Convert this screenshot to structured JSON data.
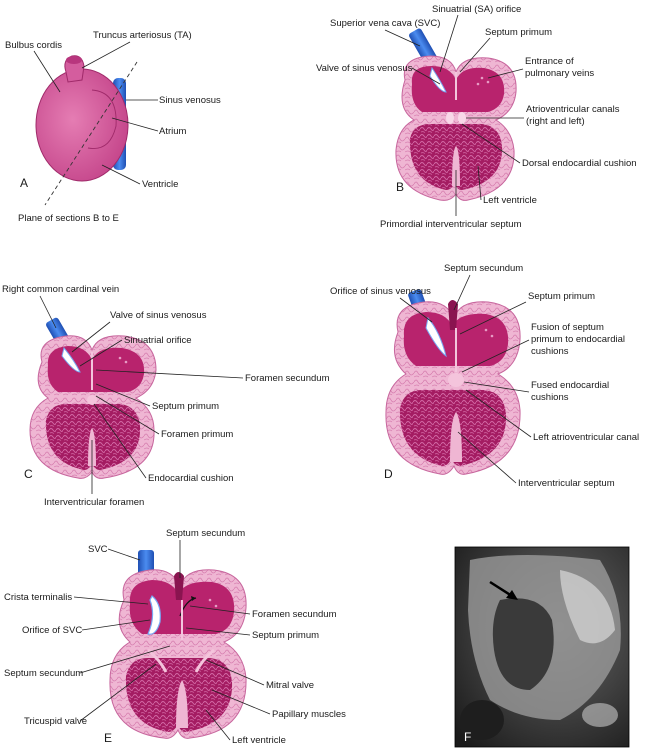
{
  "colors": {
    "myocardium": "#b8236d",
    "myocardium_dark": "#8a1450",
    "pericardium": "#efb0d0",
    "trabeculae": "#e48cbe",
    "vein_blue": "#2c6bd6",
    "heart_pink": "#d9589c",
    "photo_bg": "#2a2a2a"
  },
  "panels": {
    "a": {
      "letter": "A",
      "labels": {
        "bulbus": "Bulbus cordis",
        "truncus": "Truncus arteriosus (TA)",
        "sinus": "Sinus venosus",
        "atrium": "Atrium",
        "ventricle": "Ventricle",
        "plane": "Plane of sections B to E"
      }
    },
    "b": {
      "letter": "B",
      "labels": {
        "svc": "Superior vena cava (SVC)",
        "sa": "Sinuatrial (SA) orifice",
        "sp": "Septum primum",
        "valve": "Valve of sinus venosus",
        "pv1": "Entrance of",
        "pv2": "pulmonary veins",
        "av1": "Atrioventricular canals",
        "av2": "(right and left)",
        "dec": "Dorsal endocardial cushion",
        "lv": "Left ventricle",
        "piv": "Primordial interventricular septum"
      }
    },
    "c": {
      "letter": "C",
      "labels": {
        "rccv": "Right common cardinal vein",
        "valve": "Valve of sinus venosus",
        "so": "Sinuatrial orifice",
        "fs": "Foramen secundum",
        "sp": "Septum primum",
        "fp": "Foramen primum",
        "ec": "Endocardial cushion",
        "ivf": "Interventricular foramen"
      }
    },
    "d": {
      "letter": "D",
      "labels": {
        "ss": "Septum secundum",
        "osv": "Orifice of sinus venosus",
        "sp": "Septum primum",
        "fus1": "Fusion of septum",
        "fus2": "primum to endocardial",
        "fus3": "cushions",
        "fec1": "Fused endocardial",
        "fec2": "cushions",
        "lavc": "Left atrioventricular canal",
        "ivs": "Interventricular septum"
      }
    },
    "e": {
      "letter": "E",
      "labels": {
        "ss_top": "Septum secundum",
        "svc": "SVC",
        "ct": "Crista terminalis",
        "fs": "Foramen secundum",
        "osvc": "Orifice of SVC",
        "sp": "Septum primum",
        "ss_left": "Septum secundum",
        "mv": "Mitral valve",
        "tv": "Tricuspid valve",
        "pm": "Papillary muscles",
        "lv": "Left ventricle"
      }
    },
    "f": {
      "letter": "F"
    }
  }
}
